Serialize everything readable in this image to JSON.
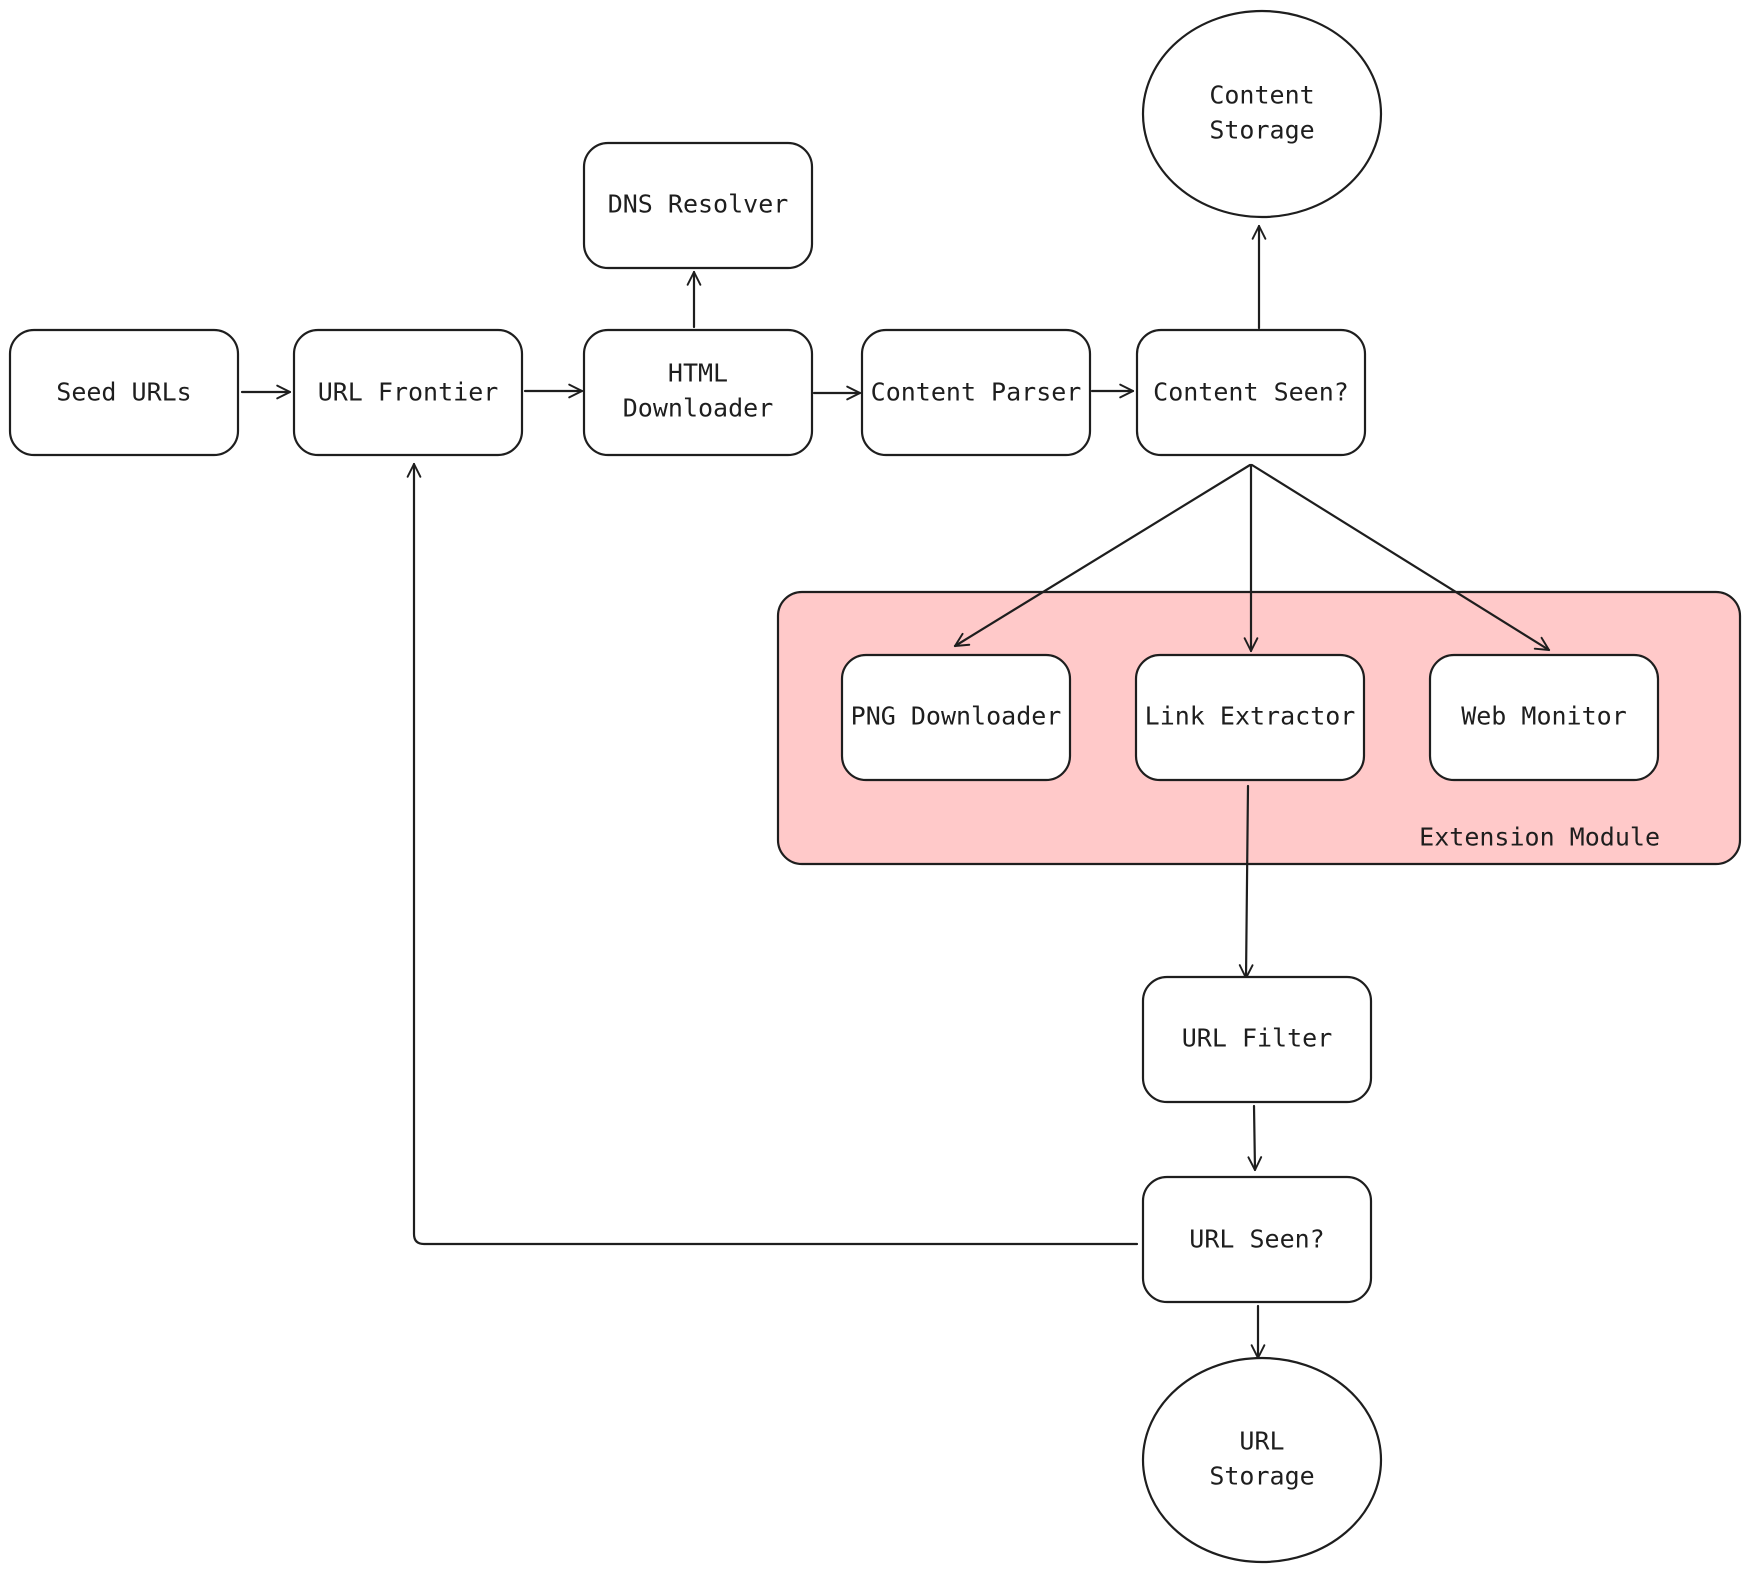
{
  "colors": {
    "stroke": "#1e1e1e",
    "node_fill": "#ffffff",
    "extension_module_fill": "#ffc9c9",
    "background": "#ffffff"
  },
  "extension_module": {
    "label": "Extension Module"
  },
  "nodes": {
    "seed_urls": {
      "label": "Seed URLs"
    },
    "url_frontier": {
      "label": "URL Frontier"
    },
    "html_downloader": {
      "label_line1": "HTML",
      "label_line2": "Downloader"
    },
    "dns_resolver": {
      "label": "DNS Resolver"
    },
    "content_parser": {
      "label": "Content Parser"
    },
    "content_seen": {
      "label": "Content Seen?"
    },
    "content_storage": {
      "label_line1": "Content",
      "label_line2": "Storage"
    },
    "png_downloader": {
      "label": "PNG Downloader"
    },
    "link_extractor": {
      "label": "Link Extractor"
    },
    "web_monitor": {
      "label": "Web Monitor"
    },
    "url_filter": {
      "label": "URL Filter"
    },
    "url_seen": {
      "label": "URL Seen?"
    },
    "url_storage": {
      "label_line1": "URL",
      "label_line2": "Storage"
    }
  },
  "edges": [
    {
      "from": "Seed URLs",
      "to": "URL Frontier"
    },
    {
      "from": "URL Frontier",
      "to": "HTML Downloader"
    },
    {
      "from": "HTML Downloader",
      "to": "DNS Resolver"
    },
    {
      "from": "HTML Downloader",
      "to": "Content Parser"
    },
    {
      "from": "Content Parser",
      "to": "Content Seen?"
    },
    {
      "from": "Content Seen?",
      "to": "Content Storage"
    },
    {
      "from": "Content Seen?",
      "to": "PNG Downloader"
    },
    {
      "from": "Content Seen?",
      "to": "Link Extractor"
    },
    {
      "from": "Content Seen?",
      "to": "Web Monitor"
    },
    {
      "from": "Link Extractor",
      "to": "URL Filter"
    },
    {
      "from": "URL Filter",
      "to": "URL Seen?"
    },
    {
      "from": "URL Seen?",
      "to": "URL Storage"
    },
    {
      "from": "URL Seen?",
      "to": "URL Frontier"
    }
  ]
}
